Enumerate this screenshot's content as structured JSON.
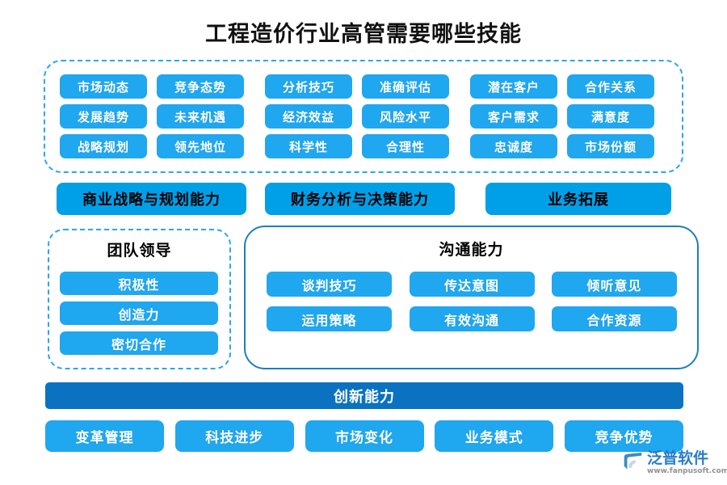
{
  "title": "工程造价行业高管需要哪些技能",
  "colors": {
    "pill_blue": "#1FA7EF",
    "category_blue": "#00A0E9",
    "innovation_blue": "#0A72C0",
    "dashed_border": "#2EA6E8",
    "solid_border": "#1A7FC1",
    "background": "#FFFFFF",
    "logo_blue": "#1C77C4"
  },
  "top_group": {
    "columns": [
      {
        "items": [
          "市场动态",
          "发展趋势",
          "战略规划"
        ]
      },
      {
        "items": [
          "竞争态势",
          "未来机遇",
          "领先地位"
        ]
      },
      {
        "items": [
          "分析技巧",
          "经济效益",
          "科学性"
        ]
      },
      {
        "items": [
          "准确评估",
          "风险水平",
          "合理性"
        ]
      },
      {
        "items": [
          "潜在客户",
          "客户需求",
          "忠诚度"
        ]
      },
      {
        "items": [
          "合作关系",
          "满意度",
          "市场份额"
        ]
      }
    ]
  },
  "category_bars": [
    {
      "label": "商业战略与规划能力"
    },
    {
      "label": "财务分析与决策能力"
    },
    {
      "label": "业务拓展"
    }
  ],
  "team_leadership": {
    "title": "团队领导",
    "items": [
      "积极性",
      "创造力",
      "密切合作"
    ]
  },
  "communication": {
    "title": "沟通能力",
    "rows": [
      [
        "谈判技巧",
        "传达意图",
        "倾听意见"
      ],
      [
        "运用策略",
        "有效沟通",
        "合作资源"
      ]
    ]
  },
  "innovation": {
    "title": "创新能力",
    "items": [
      "变革管理",
      "科技进步",
      "市场变化",
      "业务模式",
      "竞争优势"
    ]
  },
  "watermark": {
    "name": "泛普软件",
    "url": "www.fanpusoft.com"
  }
}
